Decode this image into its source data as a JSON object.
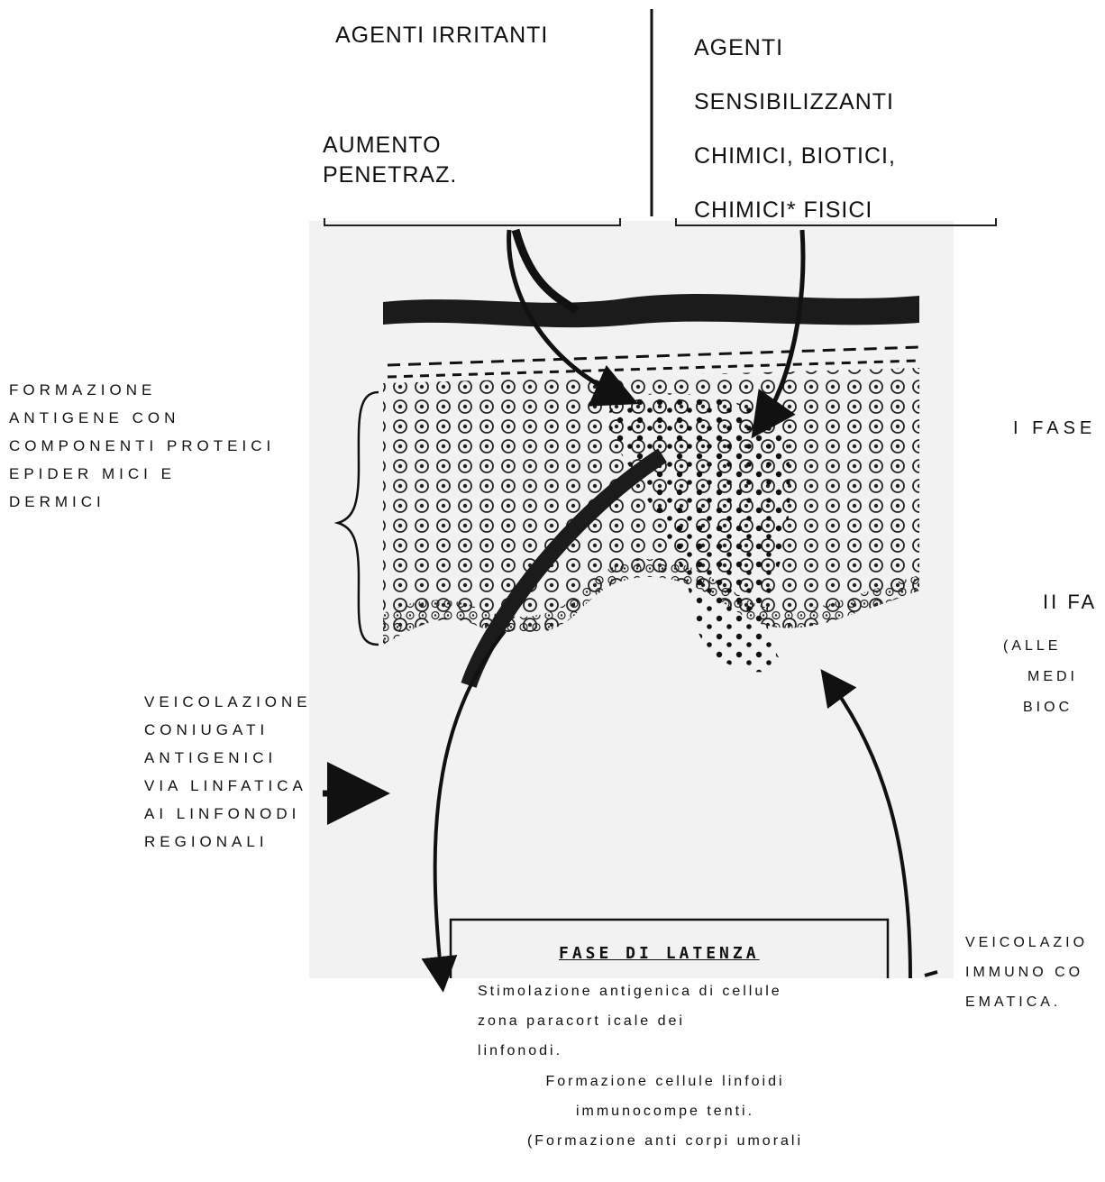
{
  "header": {
    "left_title": "AGENTI  IRRITANTI",
    "left_sub": [
      "AUMENTO",
      "PENETRAZ."
    ],
    "right_lines": [
      "AGENTI",
      "SENSIBILIZZANTI",
      "CHIMICI, BIOTICI,",
      "CHIMICI* FISICI"
    ]
  },
  "left_labels": {
    "formazione": [
      "FORMAZIONE",
      "ANTIGENE CON",
      "COMPONENTI PROTEICI",
      "EPIDER MICI E",
      "DERMICI"
    ],
    "veicolazione": [
      "VEICOLAZIONE",
      "CONIUGATI",
      "ANTIGENICI",
      "VIA  LINFATICA",
      "AI LINFONODI",
      "REGIONALI"
    ]
  },
  "right_labels": {
    "fase1": "I FASE",
    "fase2": "II FA",
    "fase2_sub": [
      "(ALLE",
      "MEDI",
      "BIOC"
    ],
    "veicolazione": [
      "VEICOLAZIO",
      "IMMUNO CO",
      "EMATICA."
    ]
  },
  "box": {
    "title": "FASE  DI  LATENZA",
    "lines": [
      "Stimolazione antigenica di cellule",
      "zona paracort icale dei",
      "linfonodi."
    ],
    "center_lines": [
      "Formazione cellule linfoidi",
      "immunocompe tenti.",
      "(Formazione anti corpi umorali"
    ]
  }
}
